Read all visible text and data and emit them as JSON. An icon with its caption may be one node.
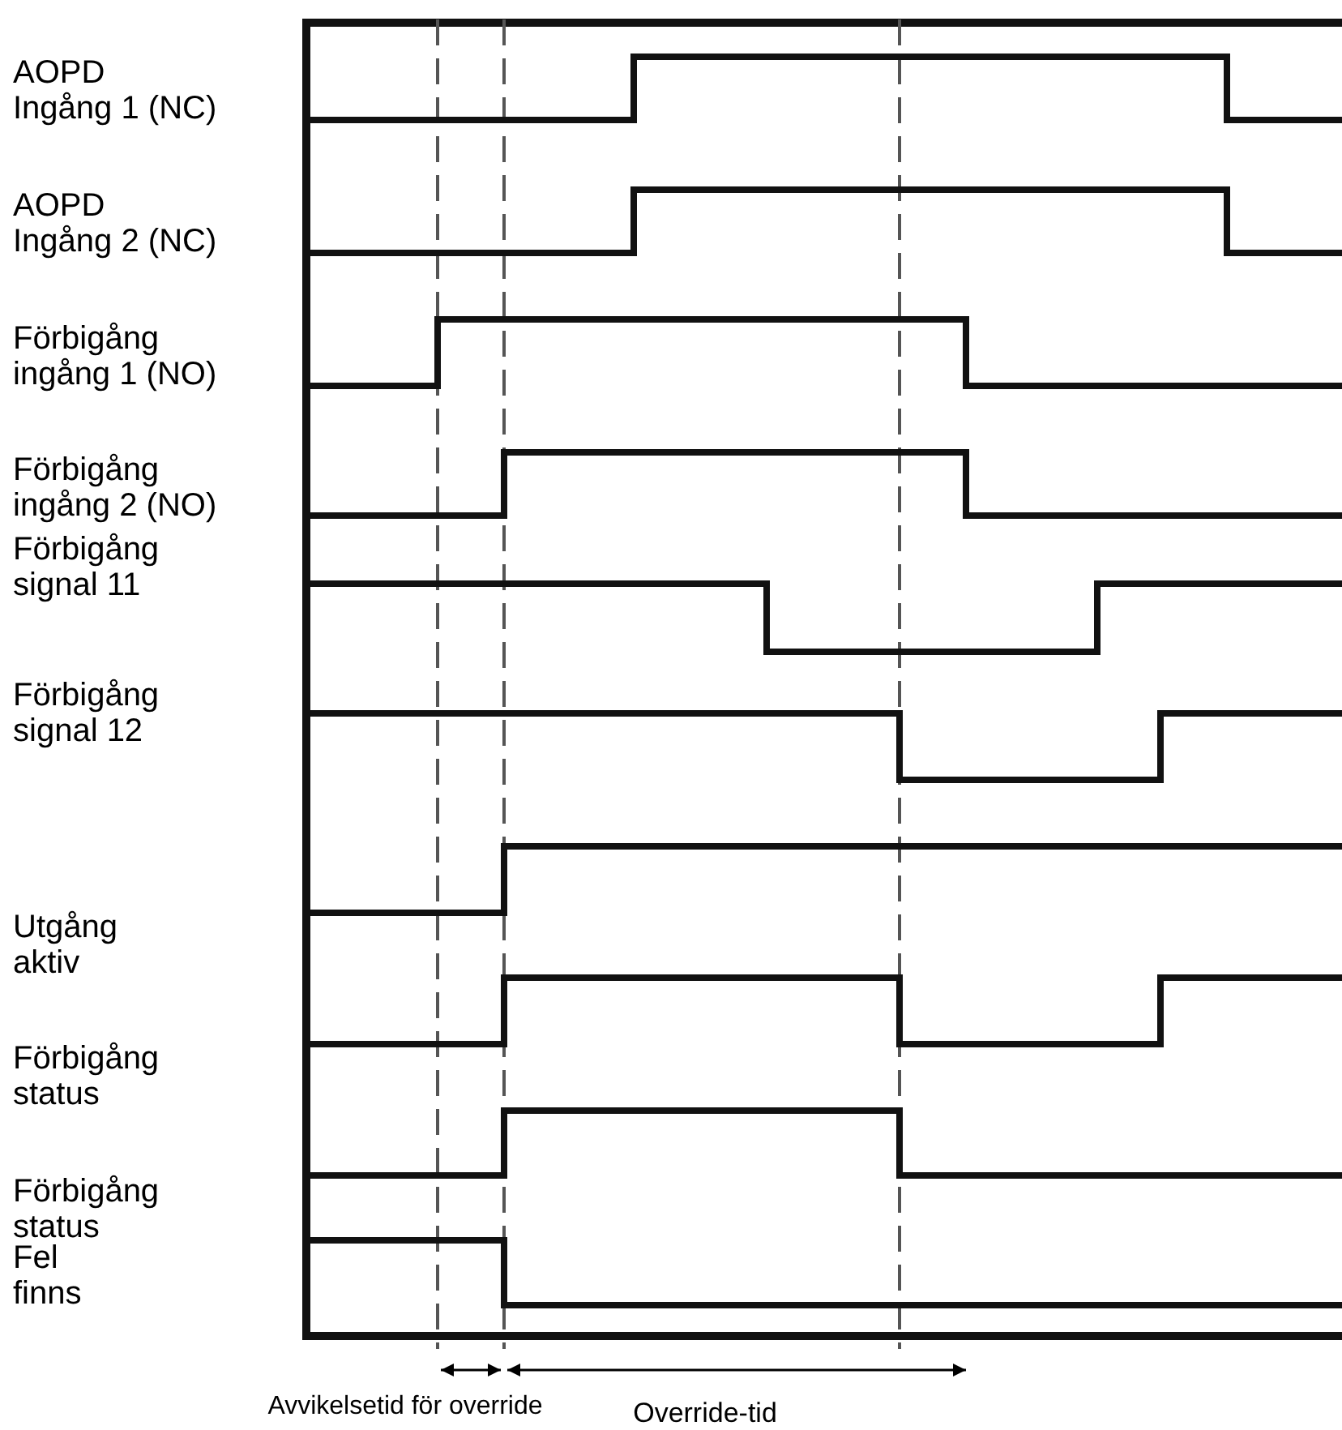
{
  "diagram": {
    "labels": [
      "AOPD Ingång 1 (NC)",
      "AOPD Ingång 2 (NC)",
      "Förbigång ingång 1 (NO)",
      "Förbigång ingång 2 (NO)",
      "Förbigång signal 11",
      "Förbigång signal 12",
      "Utgång aktiv",
      "Förbigång status",
      "Förbigång status",
      "Fel finns",
      "Avvikelsetid för override",
      "Override-tid"
    ]
  }
}
